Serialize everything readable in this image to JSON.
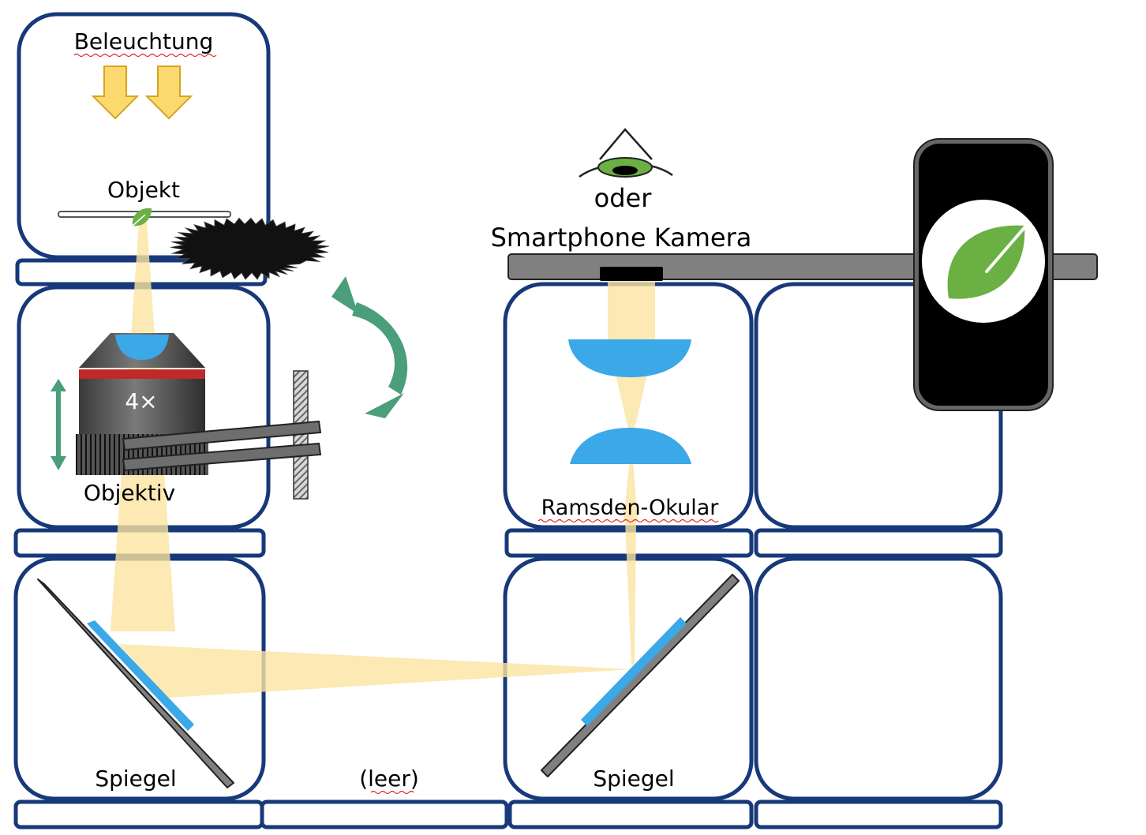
{
  "labels": {
    "illumination": "Beleuchtung",
    "object": "Objekt",
    "objective": "Objektiv",
    "magnification": "4×",
    "mirror_left": "Spiegel",
    "empty": "(leer)",
    "mirror_right": "Spiegel",
    "eyepiece": "Ramsden-Okular",
    "or": "oder",
    "camera": "Smartphone Kamera"
  },
  "colors": {
    "frame": "#17397a",
    "light_beam": "#fbe3a0",
    "arrow_fill": "#fcd96e",
    "lens": "#3ba8e8",
    "mirror_body": "#808080",
    "rotate_arrow": "#4a9e7a",
    "focus_arrow": "#4a9e7a",
    "leaf": "#6ab043",
    "objective_ring": "#c0282a",
    "phone": "#000000"
  },
  "icons": [
    "illumination-arrow-icon",
    "leaf-icon",
    "eye-icon",
    "focus-arrow-icon",
    "rotate-arrow-icon",
    "gear-icon",
    "smartphone-icon"
  ]
}
